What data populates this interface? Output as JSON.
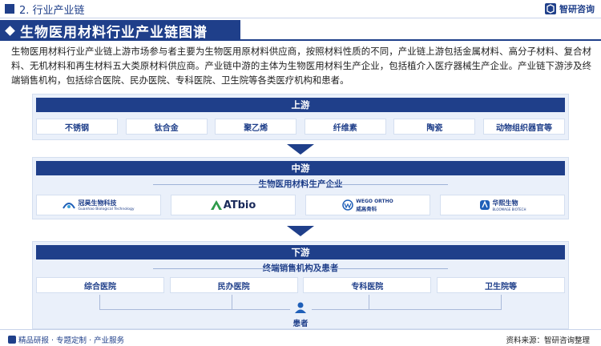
{
  "header": {
    "section": "2. 行业产业链",
    "brand": "智研咨询"
  },
  "title": "生物医用材料行业产业链图谱",
  "intro": "生物医用材料行业产业链上游市场参与者主要为生物医用原材料供应商，按照材料性质的不同，产业链上游包括金属材料、高分子材料、复合材料、无机材料和再生材料五大类原材料供应商。产业链中游的主体为生物医用材料生产企业，包括植介入医疗器械生产企业。产业链下游涉及终端销售机构，包括综合医院、民办医院、专科医院、卫生院等各类医疗机构和患者。",
  "upstream": {
    "label": "上游",
    "items": [
      "不锈钢",
      "钛合金",
      "聚乙烯",
      "纤维素",
      "陶瓷",
      "动物组织器官等"
    ]
  },
  "midstream": {
    "label": "中游",
    "subtitle": "生物医用材料生产企业",
    "companies": [
      {
        "name": "冠昊生物科技",
        "sub": "Guanhao Biological Technology"
      },
      {
        "name": "ATbio"
      },
      {
        "name": "威高骨科",
        "sub": "WEGO ORTHO"
      },
      {
        "name": "华熙生物",
        "sub": "BLOOMAGE BIOTECH"
      }
    ]
  },
  "downstream": {
    "label": "下游",
    "subtitle": "终端销售机构及患者",
    "items": [
      "综合医院",
      "民办医院",
      "专科医院",
      "卫生院等"
    ],
    "patient": "患者"
  },
  "footer": {
    "left": "精品研报 · 专题定制 · 产业服务",
    "source": "资料来源：智研咨询整理"
  },
  "colors": {
    "primary": "#1f3f8a",
    "panel": "#eaf0fa",
    "accent_green": "#2e9a4a"
  }
}
